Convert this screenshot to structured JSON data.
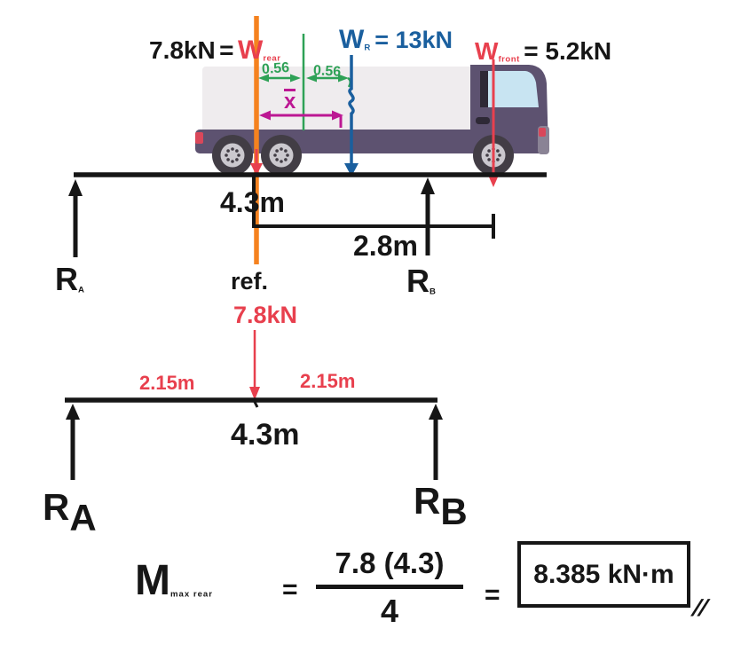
{
  "ink": {
    "black": "#161616",
    "red": "#E8404E",
    "blue": "#1A5F9E",
    "green": "#2EA156",
    "orange": "#F5821F",
    "magenta": "#BC1793",
    "truck_body": "#5D5270",
    "truck_box": "#EFECEE",
    "windshield": "#C8E4F2"
  },
  "truck": {
    "rear_weight": {
      "value": "7.8kN",
      "eq": "=",
      "symbol": "W",
      "sub": "rear"
    },
    "resultant": {
      "symbol": "W",
      "sub": "R",
      "eq_value": "= 13kN"
    },
    "front_weight": {
      "symbol": "W",
      "sub": "front",
      "eq_value": "= 5.2kN"
    },
    "axle_offset_left": "0.56",
    "axle_offset_right": "0.56",
    "xbar": "x",
    "wheelbase": "4.3m",
    "support_b_distance": "2.8m",
    "reference": "ref.",
    "reaction_a": {
      "symbol": "R",
      "sub": "A"
    },
    "reaction_b": {
      "symbol": "R",
      "sub": "B"
    }
  },
  "beam": {
    "load": "7.8kN",
    "left_span": "2.15m",
    "right_span": "2.15m",
    "total_span": "4.3m",
    "reaction_a": {
      "symbol": "R",
      "sub": "A"
    },
    "reaction_b": {
      "symbol": "R",
      "sub": "B"
    }
  },
  "equation": {
    "symbol": "M",
    "sub": "max rear",
    "eq": "=",
    "numerator": "7.8 (4.3)",
    "denominator": "4",
    "eq2": "=",
    "result": "8.385 kN·m",
    "end_marks": "//"
  }
}
